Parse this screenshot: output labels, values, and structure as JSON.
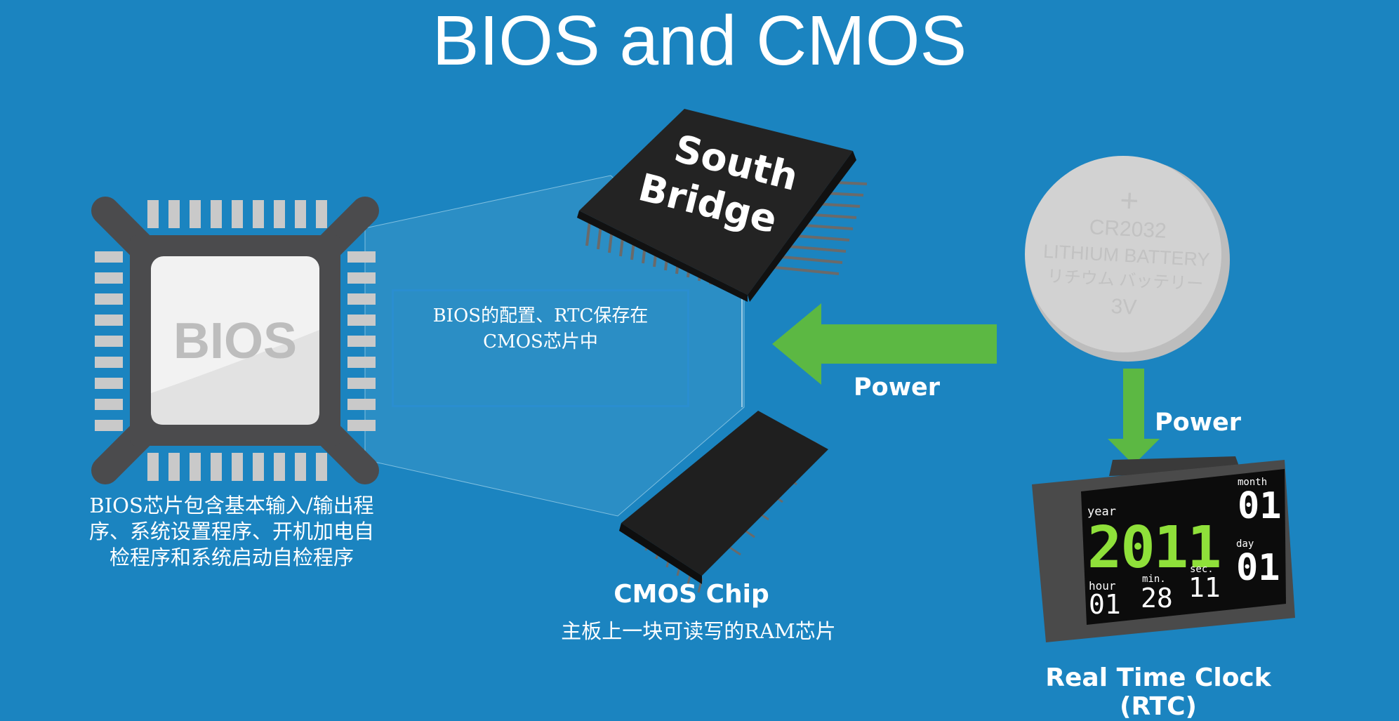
{
  "title": "BIOS and CMOS",
  "bios_chip": {
    "label": "BIOS"
  },
  "bios_desc": {
    "line1": "BIOS芯片包含基本输入/输出程",
    "line2": "序、系统设置程序、开机加电自",
    "line3": "检程序和系统启动自检程序"
  },
  "note": {
    "line1": "BIOS的配置、RTC保存在",
    "line2": "CMOS芯片中"
  },
  "south_bridge": {
    "line1": "South",
    "line2": "Bridge"
  },
  "cmos": {
    "title": "CMOS Chip",
    "desc": "主板上一块可读写的RAM芯片"
  },
  "power_left": "Power",
  "power_down": "Power",
  "battery": {
    "plus": "+",
    "model": "CR2032",
    "line1": "LITHIUM BATTERY",
    "line2": "リチウム バッテリー",
    "voltage": "3V"
  },
  "rtc": {
    "caption": "Real Time Clock (RTC)",
    "year_label": "year",
    "year": "2011",
    "month_label": "month",
    "month": "01",
    "day_label": "day",
    "day": "01",
    "hour_label": "hour",
    "hour": "01",
    "min_label": "min.",
    "min": "28",
    "sec_label": "sec.",
    "sec": "11"
  },
  "colors": {
    "background": "#1b84c0",
    "arrow": "#5cb843",
    "lcd_text": "#8fe03a"
  }
}
